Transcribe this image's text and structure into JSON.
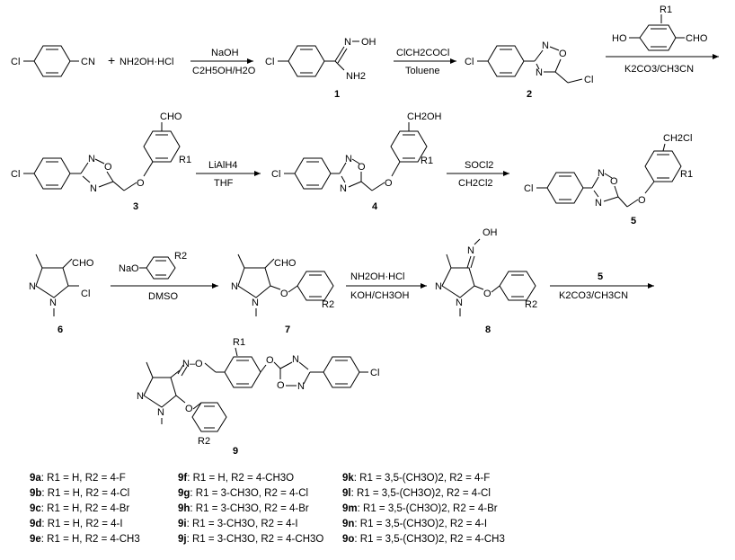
{
  "reaction": {
    "r1": {
      "sm_cl": "Cl",
      "sm_cn": "CN",
      "plus": "+",
      "hydroxylamine": "NH2OH·HCl",
      "cond_top": "NaOH",
      "cond_bottom": "C2H5OH/H2O",
      "p_n": "N",
      "p_oh": "OH",
      "p_nh2": "NH2",
      "p_cl": "Cl",
      "label": "1"
    },
    "r2": {
      "cond_top": "ClCH2COCl",
      "cond_bottom": "Toluene",
      "p_cl": "Cl",
      "ring_n1": "N",
      "ring_o": "O",
      "ring_n2": "N",
      "p_cl2": "Cl",
      "label": "2"
    },
    "r3": {
      "reagent_r": "R1",
      "reagent_ho": "HO",
      "reagent_cho": "CHO",
      "cond_bottom": "K2CO3/CH3CN"
    },
    "row2": {
      "c3_cho": "CHO",
      "c3_r": "R1",
      "c3_cl": "Cl",
      "c3_n1": "N",
      "c3_o1": "O",
      "c3_n2": "N",
      "c3_o2": "O",
      "c3_label": "3",
      "cond_a_top": "LiAlH4",
      "cond_a_bottom": "THF",
      "c4_ch2oh": "CH2OH",
      "c4_r": "R1",
      "c4_cl": "Cl",
      "c4_n1": "N",
      "c4_o1": "O",
      "c4_n2": "N",
      "c4_o2": "O",
      "c4_label": "4",
      "cond_b_top": "SOCl2",
      "cond_b_bottom": "CH2Cl2",
      "c5_ch2cl": "CH2Cl",
      "c5_r": "R1",
      "c5_cl": "Cl",
      "c5_n1": "N",
      "c5_o1": "O",
      "c5_n2": "N",
      "c5_o2": "O",
      "c5_label": "5"
    },
    "row3": {
      "c6_cho": "CHO",
      "c6_n1": "N",
      "c6_n2": "N",
      "c6_cl": "Cl",
      "c6_label": "6",
      "cond_a_reagent": "NaO",
      "cond_a_r": "R2",
      "cond_a_bottom": "DMSO",
      "c7_cho": "CHO",
      "c7_n1": "N",
      "c7_n2": "N",
      "c7_o": "O",
      "c7_r": "R2",
      "c7_label": "7",
      "cond_b_top": "NH2OH·HCl",
      "cond_b_bottom": "KOH/CH3OH",
      "c8_oh": "OH",
      "c8_n": "N",
      "c8_n1": "N",
      "c8_n2": "N",
      "c8_o": "O",
      "c8_r": "R2",
      "c8_label": "8",
      "cond_c_top": "5",
      "cond_c_bottom": "K2CO3/CH3CN"
    },
    "row4": {
      "c9_r1": "R1",
      "c9_n_o": "N–O",
      "c9_n1": "N",
      "c9_n2": "N",
      "c9_o1": "O",
      "c9_o2": "O",
      "c9_o3": "O",
      "c9_n3": "N",
      "c9_n4": "N",
      "c9_cl": "Cl",
      "c9_r2": "R2",
      "c9_label": "9"
    }
  },
  "compounds": {
    "col1": [
      {
        "id": "9a",
        "desc": ": R1 = H, R2 = 4-F"
      },
      {
        "id": "9b",
        "desc": ": R1 = H, R2 = 4-Cl"
      },
      {
        "id": "9c",
        "desc": ": R1 = H, R2 = 4-Br"
      },
      {
        "id": "9d",
        "desc": ": R1 = H, R2 = 4-I"
      },
      {
        "id": "9e",
        "desc": ": R1 = H, R2 = 4-CH3"
      }
    ],
    "col2": [
      {
        "id": "9f",
        "desc": ": R1 = H, R2 = 4-CH3O"
      },
      {
        "id": "9g",
        "desc": ": R1 = 3-CH3O, R2 = 4-Cl"
      },
      {
        "id": "9h",
        "desc": ": R1 = 3-CH3O, R2 = 4-Br"
      },
      {
        "id": "9i",
        "desc": ": R1 = 3-CH3O, R2 = 4-I"
      },
      {
        "id": "9j",
        "desc": ": R1 = 3-CH3O, R2 = 4-CH3O"
      }
    ],
    "col3": [
      {
        "id": "9k",
        "desc": ": R1 = 3,5-(CH3O)2, R2 = 4-F"
      },
      {
        "id": "9l",
        "desc": ": R1 = 3,5-(CH3O)2, R2 = 4-Cl"
      },
      {
        "id": "9m",
        "desc": ": R1 = 3,5-(CH3O)2, R2 = 4-Br"
      },
      {
        "id": "9n",
        "desc": ": R1 = 3,5-(CH3O)2, R2 = 4-I"
      },
      {
        "id": "9o",
        "desc": ": R1 = 3,5-(CH3O)2, R2 = 4-CH3"
      }
    ]
  }
}
